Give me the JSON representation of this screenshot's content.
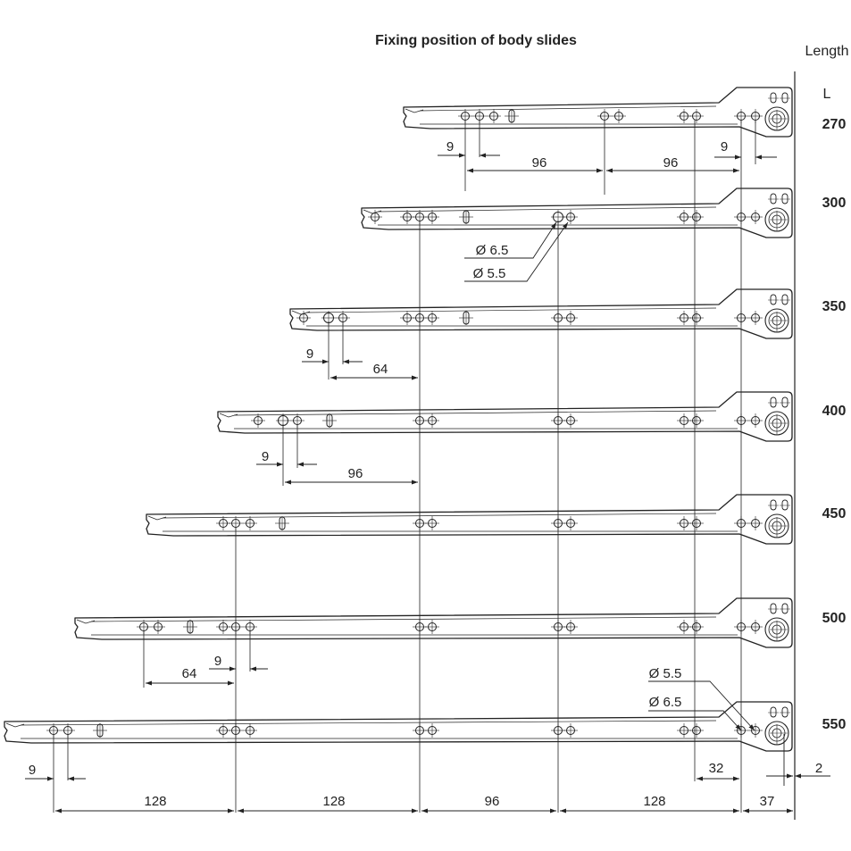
{
  "title": "Fixing position of body slides",
  "header": {
    "length_label": "Length",
    "length_symbol": "L"
  },
  "slides": [
    {
      "length": "270"
    },
    {
      "length": "300"
    },
    {
      "length": "350"
    },
    {
      "length": "400"
    },
    {
      "length": "450"
    },
    {
      "length": "500"
    },
    {
      "length": "550"
    }
  ],
  "dimensions": {
    "s270_left_9": "9",
    "s270_mid_96": "96",
    "s270_right_96": "96",
    "s270_right_9": "9",
    "s300_dia_65": "Ø 6.5",
    "s300_dia_55": "Ø 5.5",
    "s350_9": "9",
    "s350_64": "64",
    "s400_9": "9",
    "s400_96": "96",
    "s500_64": "64",
    "s500_9": "9",
    "s550_dia_55": "Ø 5.5",
    "s550_dia_65": "Ø 6.5",
    "bottom_9": "9",
    "bottom_128_a": "128",
    "bottom_128_b": "128",
    "bottom_96": "96",
    "bottom_128_c": "128",
    "bottom_32": "32",
    "bottom_37": "37",
    "bottom_2": "2"
  },
  "colors": {
    "line": "#222222",
    "background": "#ffffff"
  }
}
